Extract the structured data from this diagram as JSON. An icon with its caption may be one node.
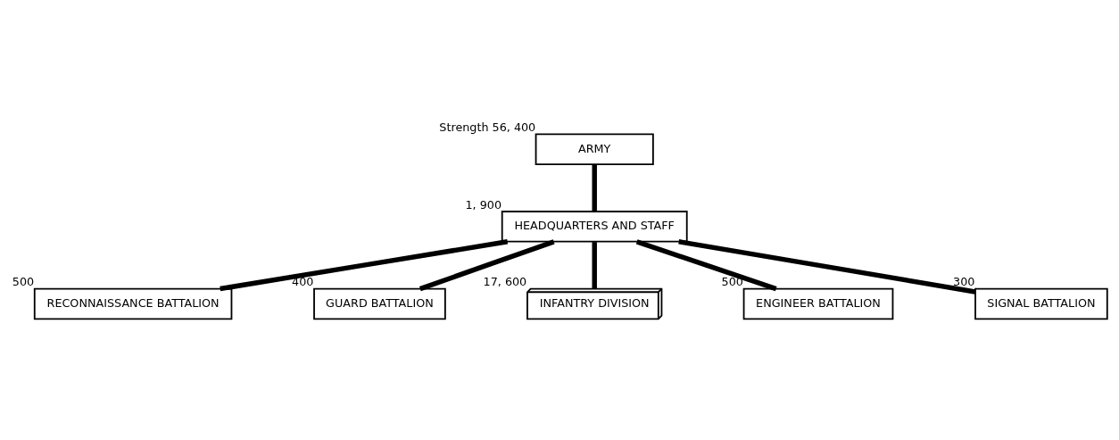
{
  "diagram": {
    "nodes": [
      {
        "text": [
          "ARMY"
        ],
        "beside": [
          "Strength 56, 400"
        ]
      },
      {
        "text": [
          "HEADQUARTERS AND STAFF"
        ],
        "beside": [
          "1, 900"
        ]
      },
      {
        "text": [
          "RECONNAISSANCE BATTALION"
        ],
        "beside": [
          "500"
        ]
      },
      {
        "text": [
          "GUARD BATTALION"
        ],
        "beside": [
          "400"
        ]
      },
      {
        "text": [
          "INFANTRY DIVISION"
        ],
        "beside": [
          "17, 600"
        ]
      },
      {
        "text": [
          "ENGINEER BATTALION"
        ],
        "beside": [
          "500"
        ]
      },
      {
        "text": [
          "SIGNAL BATTALION"
        ],
        "beside": [
          "300"
        ]
      }
    ],
    "edges": [
      {
        "from": 0,
        "to": 1,
        "arrow": "none"
      },
      {
        "from": 1,
        "to": 2,
        "arrow": "none"
      },
      {
        "from": 1,
        "to": 3,
        "arrow": "none"
      },
      {
        "from": 1,
        "to": 4,
        "arrow": "none"
      },
      {
        "from": 1,
        "to": 5,
        "arrow": "none"
      },
      {
        "from": 1,
        "to": 6,
        "arrow": "none"
      }
    ]
  }
}
